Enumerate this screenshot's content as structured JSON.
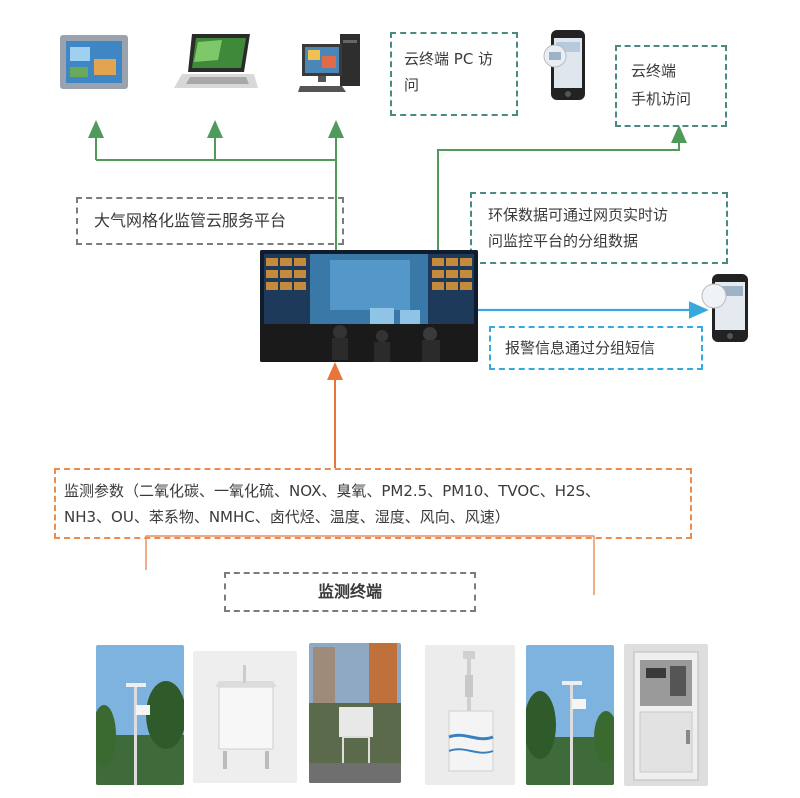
{
  "labels": {
    "cloud_platform": "大气网格化监管云服务平台",
    "pc_access": "云终端 PC 访问",
    "mobile_access_line1": "云终端",
    "mobile_access_line2": "手机访问",
    "group_data_line1": "环保数据可通过网页实时访",
    "group_data_line2": "问监控平台的分组数据",
    "sms_alert": "报警信息通过分组短信",
    "params_line1": "监测参数（二氧化碳、一氧化硫、NOX、臭氧、PM2.5、PM10、TVOC、H2S、",
    "params_line2": "NH3、OU、苯系物、NMHC、卤代烃、温度、湿度、风向、风速）",
    "terminal": "监测终端"
  },
  "colors": {
    "green_line": "#4e9a5a",
    "orange_line": "#e8763a",
    "blue_line": "#38a9dd",
    "dash_gray": "#7c7c7c",
    "dash_teal": "#4a8a82",
    "dash_blue": "#38a9dd",
    "dash_orange": "#ef8a4e"
  },
  "icons": [
    "touch-panel-icon",
    "laptop-icon",
    "desktop-pc-icon",
    "smartphone-icon",
    "smartphone-icon",
    "control-center-image",
    "monitoring-station-photo"
  ]
}
